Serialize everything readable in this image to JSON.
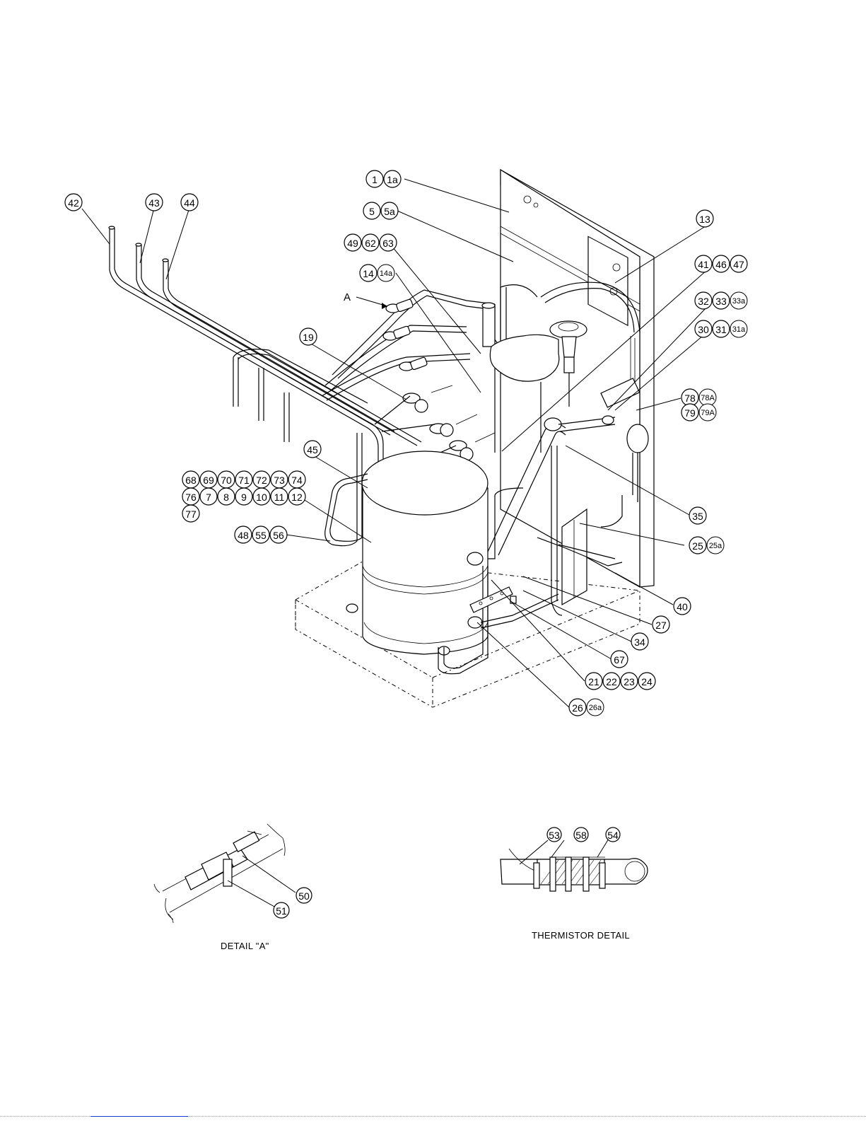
{
  "figure": {
    "main_view": {
      "detail_marker": "A",
      "balloons": [
        {
          "id": "b-1",
          "labels": [
            "1",
            "1a"
          ]
        },
        {
          "id": "b-5",
          "labels": [
            "5",
            "5a"
          ]
        },
        {
          "id": "b-49",
          "labels": [
            "49",
            "62",
            "63"
          ]
        },
        {
          "id": "b-14",
          "labels": [
            "14",
            "14a"
          ]
        },
        {
          "id": "b-13",
          "labels": [
            "13"
          ]
        },
        {
          "id": "b-41",
          "labels": [
            "41",
            "46",
            "47"
          ]
        },
        {
          "id": "b-32",
          "labels": [
            "32",
            "33",
            "33a"
          ]
        },
        {
          "id": "b-30",
          "labels": [
            "30",
            "31",
            "31a"
          ]
        },
        {
          "id": "b-78",
          "labels": [
            "78",
            "78A"
          ]
        },
        {
          "id": "b-79",
          "labels": [
            "79",
            "79A"
          ]
        },
        {
          "id": "b-42",
          "labels": [
            "42"
          ]
        },
        {
          "id": "b-43",
          "labels": [
            "43"
          ]
        },
        {
          "id": "b-44",
          "labels": [
            "44"
          ]
        },
        {
          "id": "b-19",
          "labels": [
            "19"
          ]
        },
        {
          "id": "b-45",
          "labels": [
            "45"
          ]
        },
        {
          "id": "b-68",
          "labels": [
            "68",
            "69",
            "70",
            "71",
            "72",
            "73",
            "74"
          ]
        },
        {
          "id": "b-76",
          "labels": [
            "76",
            "7",
            "8",
            "9",
            "10",
            "11",
            "12"
          ]
        },
        {
          "id": "b-77",
          "labels": [
            "77"
          ]
        },
        {
          "id": "b-48",
          "labels": [
            "48",
            "55",
            "56"
          ]
        },
        {
          "id": "b-35",
          "labels": [
            "35"
          ]
        },
        {
          "id": "b-25",
          "labels": [
            "25",
            "25a"
          ]
        },
        {
          "id": "b-40",
          "labels": [
            "40"
          ]
        },
        {
          "id": "b-27",
          "labels": [
            "27"
          ]
        },
        {
          "id": "b-34",
          "labels": [
            "34"
          ]
        },
        {
          "id": "b-67",
          "labels": [
            "67"
          ]
        },
        {
          "id": "b-21",
          "labels": [
            "21",
            "22",
            "23",
            "24"
          ]
        },
        {
          "id": "b-26",
          "labels": [
            "26",
            "26a"
          ]
        }
      ]
    },
    "detail_a": {
      "caption": "DETAIL \"A\"",
      "balloons": [
        {
          "id": "b-50",
          "labels": [
            "50"
          ]
        },
        {
          "id": "b-51",
          "labels": [
            "51"
          ]
        }
      ]
    },
    "thermistor_detail": {
      "caption": "THERMISTOR DETAIL",
      "balloons": [
        {
          "id": "b-53",
          "labels": [
            "53"
          ]
        },
        {
          "id": "b-58",
          "labels": [
            "58"
          ]
        },
        {
          "id": "b-54",
          "labels": [
            "54"
          ]
        }
      ]
    }
  }
}
